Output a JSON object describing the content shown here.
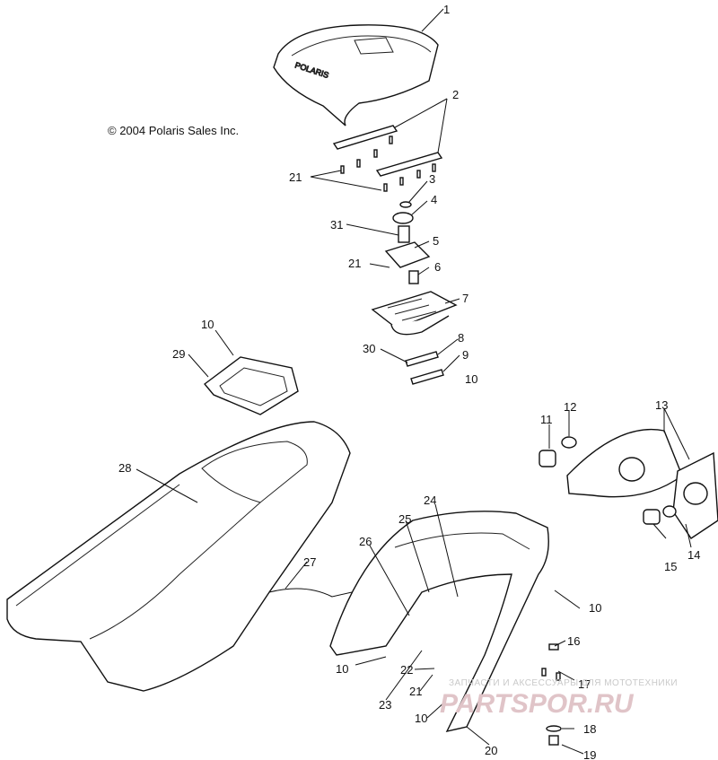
{
  "copyright": "© 2004 Polaris Sales Inc.",
  "logo_text": "POLARIS",
  "watermark": {
    "tagline": "ЗАПЧАСТИ И АКСЕССУАРЫ ДЛЯ МОТОТЕХНИКИ",
    "brand": "PARTSPOR.RU"
  },
  "callouts": {
    "c1": "1",
    "c2": "2",
    "c3": "3",
    "c4": "4",
    "c5": "5",
    "c6": "6",
    "c7": "7",
    "c8": "8",
    "c9": "9",
    "c10a": "10",
    "c10b": "10",
    "c10c": "10",
    "c10d": "10",
    "c10e": "10",
    "c11": "11",
    "c12": "12",
    "c13": "13",
    "c14": "14",
    "c15": "15",
    "c16": "16",
    "c17": "17",
    "c18": "18",
    "c19": "19",
    "c20": "20",
    "c21a": "21",
    "c21b": "21",
    "c21c": "21",
    "c22": "22",
    "c23": "23",
    "c24": "24",
    "c25": "25",
    "c26": "26",
    "c27": "27",
    "c28": "28",
    "c29": "29",
    "c30": "30",
    "c31": "31"
  }
}
